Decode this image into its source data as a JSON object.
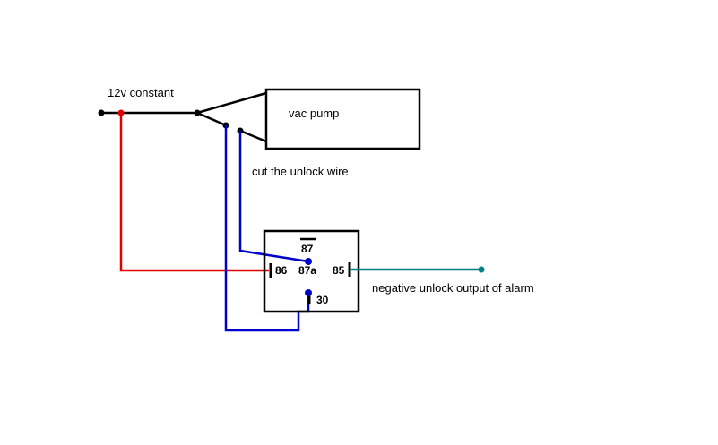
{
  "labels": {
    "power": "12v constant",
    "pump": "vac pump",
    "cut": "cut the unlock wire",
    "alarm": "negative unlock output of alarm"
  },
  "relay_pins": {
    "p87": "87",
    "p86": "86",
    "p87a": "87a",
    "p85": "85",
    "p30": "30"
  },
  "colors": {
    "background": "#ffffff",
    "black_wire": "#000000",
    "red_wire": "#e00000",
    "blue_wire": "#0000cc",
    "teal_wire": "#008080"
  }
}
